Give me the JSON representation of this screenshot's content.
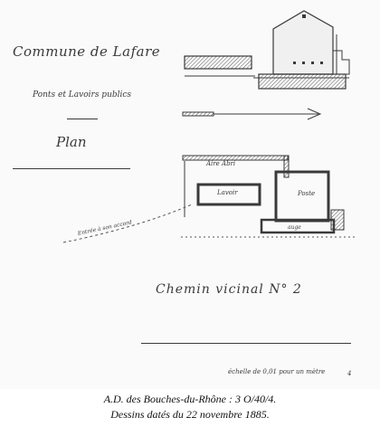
{
  "plan": {
    "commune": "Commune de Lafare",
    "subtitle": "Ponts et Lavoirs publics",
    "heading": "Plan",
    "annexe_label": "Aire Abri",
    "lavoir_label": "Lavoir",
    "poste_label": "Poste",
    "auge_label": "auge",
    "entree_label": "Entrée à son accord",
    "chemin_label": "Chemin vicinal  N° 2",
    "echelle_label": "échelle de 0,01 pour un mètre",
    "ref_mark": "4"
  },
  "caption": {
    "source": "A.D. des Bouches-du-Rhône : 3 O/40/4.",
    "dates": "Dessins datés du 22 novembre 1885."
  },
  "colors": {
    "ink": "#3a3a3a",
    "paper": "#fafafa",
    "hatch": "#5a5a5a"
  }
}
